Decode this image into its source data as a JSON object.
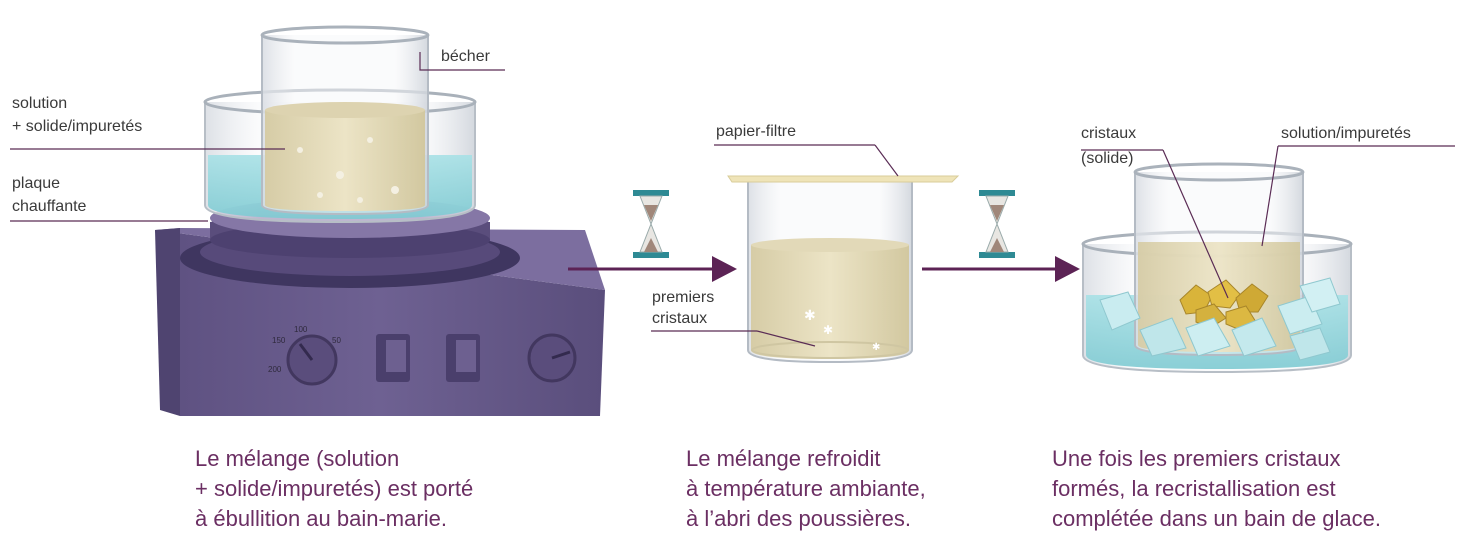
{
  "labels": {
    "becher": "bécher",
    "solution_1": "solution",
    "solution_2": "+ solide/impuretés",
    "plaque_1": "plaque",
    "plaque_2": "chauffante",
    "papier_filtre": "papier-filtre",
    "premiers_1": "premiers",
    "premiers_2": "cristaux",
    "cristaux_1": "cristaux",
    "cristaux_2": "(solide)",
    "solution_impuretes": "solution/impuretés"
  },
  "captions": {
    "step1": [
      "Le mélange (solution",
      "+ solide/impuretés) est porté",
      "à ébullition au bain-marie."
    ],
    "step2": [
      "Le mélange refroidit",
      "à température ambiante,",
      "à l’abri des poussières."
    ],
    "step3": [
      "Une fois les premiers cristaux",
      "formés, la recristallisation est",
      "complétée dans un bain de glace."
    ]
  },
  "dial_left": [
    "100",
    "150",
    "50",
    "200"
  ],
  "colors": {
    "arrow": "#5c2355",
    "caption": "#6b2f63",
    "hotplate": "#6d5f8e",
    "water": "#8fd3da",
    "solution": "#e6dcba",
    "hourglass": "#2e8a94"
  }
}
